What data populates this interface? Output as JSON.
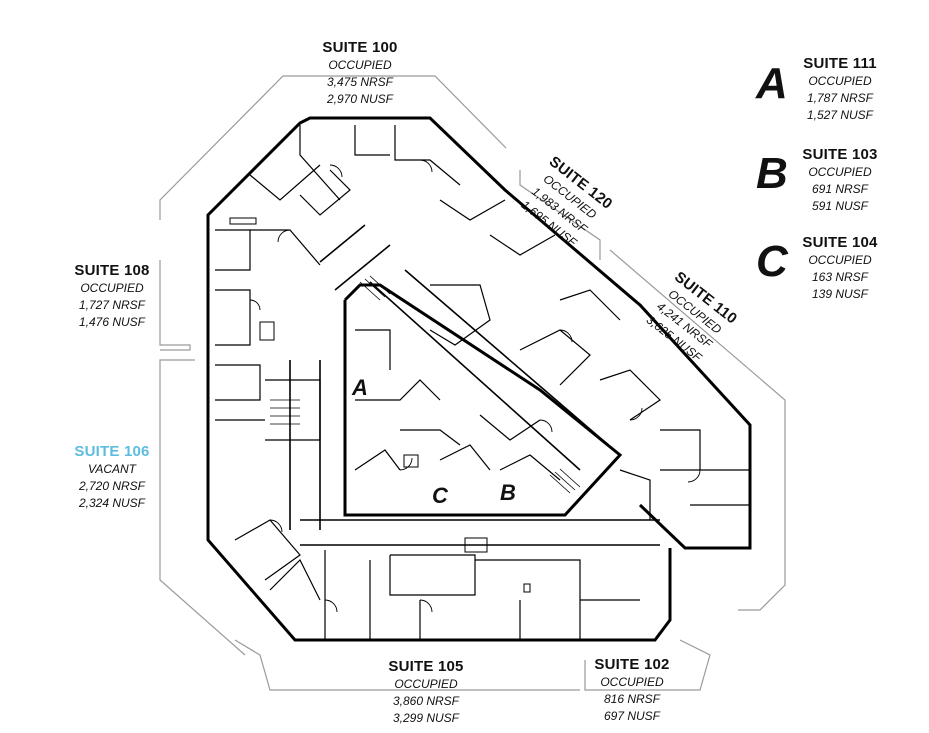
{
  "suites": {
    "s100": {
      "name": "SUITE 100",
      "status": "OCCUPIED",
      "nrsf": "3,475 NRSF",
      "nusf": "2,970 NUSF"
    },
    "s120": {
      "name": "SUITE 120",
      "status": "OCCUPIED",
      "nrsf": "1,983 NRSF",
      "nusf": "1,695 NUSF"
    },
    "s110": {
      "name": "SUITE 110",
      "status": "OCCUPIED",
      "nrsf": "4,241 NRSF",
      "nusf": "3,625 NUSF"
    },
    "s108": {
      "name": "SUITE 108",
      "status": "OCCUPIED",
      "nrsf": "1,727 NRSF",
      "nusf": "1,476 NUSF"
    },
    "s106": {
      "name": "SUITE 106",
      "status": "VACANT",
      "nrsf": "2,720 NRSF",
      "nusf": "2,324 NUSF",
      "color": "#5bbde0"
    },
    "s105": {
      "name": "SUITE 105",
      "status": "OCCUPIED",
      "nrsf": "3,860 NRSF",
      "nusf": "3,299 NUSF"
    },
    "s102": {
      "name": "SUITE 102",
      "status": "OCCUPIED",
      "nrsf": "816 NRSF",
      "nusf": "697 NUSF"
    },
    "s111": {
      "key": "A",
      "name": "SUITE 111",
      "status": "OCCUPIED",
      "nrsf": "1,787 NRSF",
      "nusf": "1,527 NUSF"
    },
    "s103": {
      "key": "B",
      "name": "SUITE 103",
      "status": "OCCUPIED",
      "nrsf": "691 NRSF",
      "nusf": "591 NUSF"
    },
    "s104": {
      "key": "C",
      "name": "SUITE 104",
      "status": "OCCUPIED",
      "nrsf": "163 NRSF",
      "nusf": "139 NUSF"
    }
  },
  "plan_markers": {
    "a": "A",
    "b": "B",
    "c": "C"
  }
}
